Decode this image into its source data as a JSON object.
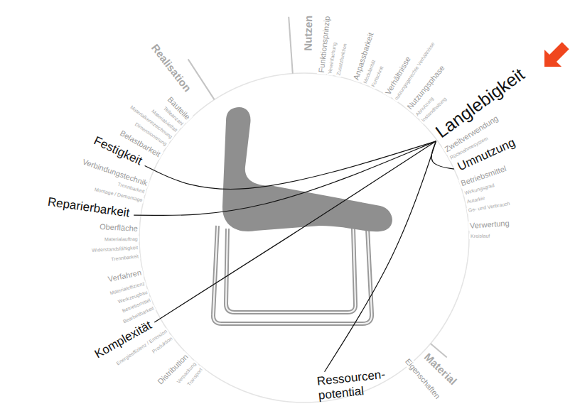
{
  "diagram": {
    "nodes": [
      {
        "text": [
          "Langlebigkeit"
        ]
      },
      {
        "text": [
          "Umnutzung"
        ]
      },
      {
        "text": [
          "Festigkeit"
        ]
      },
      {
        "text": [
          "Reparierbarkeit"
        ]
      },
      {
        "text": [
          "Komplexität"
        ]
      },
      {
        "text": [
          "Ressourcen- potential"
        ]
      }
    ],
    "edges": [
      {
        "from": 0,
        "to": 2,
        "arrow": "none"
      },
      {
        "from": 0,
        "to": 3,
        "arrow": "none"
      },
      {
        "from": 0,
        "to": 4,
        "arrow": "none"
      },
      {
        "from": 0,
        "to": 5,
        "arrow": "none"
      },
      {
        "from": 0,
        "to": 1,
        "arrow": "none"
      }
    ],
    "labels": [
      "Realisation",
      "Bauteile",
      "Teileanzahl",
      "Materialvielfalt",
      "Materialkennzeichnung",
      "Dimensionierung",
      "Belastbarkeit",
      "Verbindungstechnik",
      "Trennbarkeit",
      "Montage / Demontage",
      "Oberfläche",
      "Materialauftrag",
      "Widerstandsfähigkeit",
      "Trennbarkeit",
      "Verfahren",
      "Materialeffizienz",
      "Werkzeugbau",
      "Betriebsmittel",
      "Bearbeitbarkeit",
      "Energieeffizienz / Emission",
      "Produktion",
      "Distribution",
      "Verpackung",
      "Transport",
      "Nutzen",
      "Funktionsprinzip",
      "Vereinfachung",
      "Zusatzfunktion",
      "Anpassbarkeit",
      "Modularität",
      "Fortschritt",
      "Verhältnisse",
      "nutzungsgerechte Verhältnisse",
      "Nutzungsphase",
      "Abnutzung",
      "Instandhaltung",
      "Zweitverwendung",
      "Rücknahmesystem",
      "Betriebsmittel",
      "Wirkungsgrad",
      "Autarkie",
      "Ge- und Verbrauch",
      "Verwertung",
      "Kreislauf",
      "Material",
      "Eigenschaften"
    ]
  }
}
